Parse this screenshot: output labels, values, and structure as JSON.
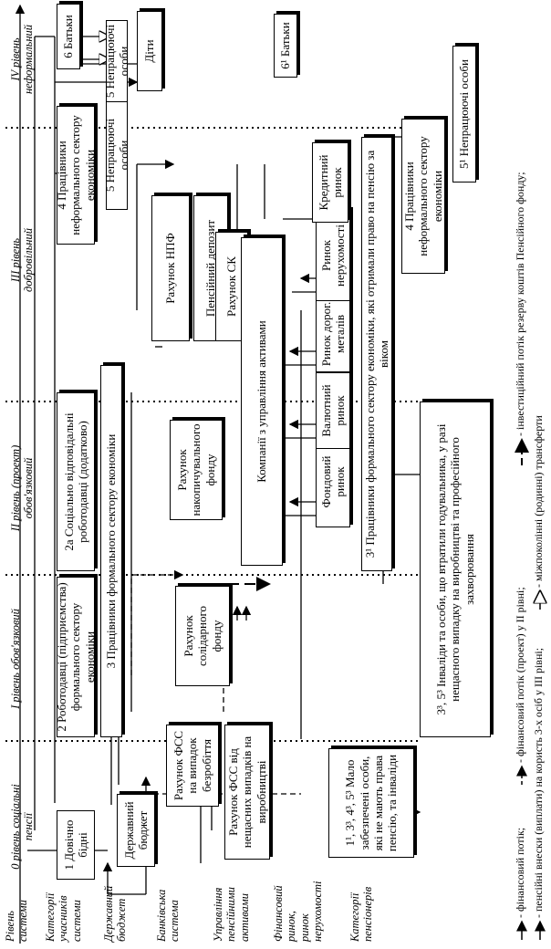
{
  "levels": [
    {
      "id": "level-0",
      "text": "0 рівень соціальні пенсії"
    },
    {
      "id": "level-1",
      "text": "І рівень обов'язковий"
    },
    {
      "id": "level-2",
      "text": "ІІ рівень (проект) обов'язковий"
    },
    {
      "id": "level-3",
      "text": "ІІІ рівень добровільний"
    },
    {
      "id": "level-4",
      "text": "IV рівень неформальний"
    }
  ],
  "rows": {
    "system_level": "Рівень системи",
    "participants": "Категорії учасників системи",
    "state_budget": "Державний бюджет",
    "banking": "Банківська система",
    "asset_management": "Управління пенсійними активами",
    "financial_market": "Фінансовий ринок, ринок нерухомості",
    "pensioners": "Категорії пенсіонерів"
  },
  "boxes": {
    "poor": "1 Довічно бідні",
    "employers": "2 Роботодавці (підприємства) формального сектору економіки",
    "employers_resp": "2а Соціально відповідальні роботодавці (додатково)",
    "formal_workers": "3 Працівники формального сектору економіки",
    "informal_workers_a": "4 Працівники неформального сектору економіки",
    "informal_workers_b": "4 Працівники неформального сектору економіки",
    "unemployed_5": "5 Непрацюючі особи",
    "unemployed_5b": "5 Непрацюючі особи",
    "unemployed_5_1": "5¹ Непрацюючі особи",
    "parents_6": "6 Батьки",
    "parents_6_1": "6¹ Батьки",
    "children": "Діти",
    "state_budget": "Державний бюджет",
    "fss_unemployment": "Рахунок ФСС на випадок безробіття",
    "fss_accidents": "Рахунок ФСС від нещасних випадків на виробництві",
    "solidarity_fund": "Рахунок солідарного фонду",
    "accumulation_fund": "Рахунок накопичувального фонду",
    "npf_account": "Рахунок НПФ",
    "pension_deposit": "Пенсійний депозит",
    "sk_account": "Рахунок СК",
    "asset_companies": "Компанії з управління активами",
    "stock_market": "Фондовий ринок",
    "currency_market": "Валютний ринок",
    "metals_market": "Ринок дорог. металів",
    "realestate_market": "Ринок нерухомості",
    "credit_market": "Кредитний ринок",
    "pension_poor": "1¹, 3³, 4³, 5³ Мало забезпечені особи, які не мають права пенсію, та інваліди",
    "pension_disabled": "3³, 5³ Інваліди та особи, що втратили годувальника, у разі нещасного випадку на виробництві та професійного захворювання",
    "pension_formal": "3¹ Працівники формального сектору економіки, які отримали право на пенсію за віком",
    "pension_informal": "4¹ Працівники неформального сектору економіки"
  },
  "legend": {
    "financial": "- фінансовий потік;",
    "financial_project": "- фінансовий потік (проект) у ІІ рівні;",
    "investment": "- інвестиційний потік резерву коштів Пенсійного фонду;",
    "contributions": "- пенсійні внески (виплати) на користь 3-х осіб у ІІІ рівні;",
    "transfers": "- міжпоколінні (родинні) трансферти"
  }
}
